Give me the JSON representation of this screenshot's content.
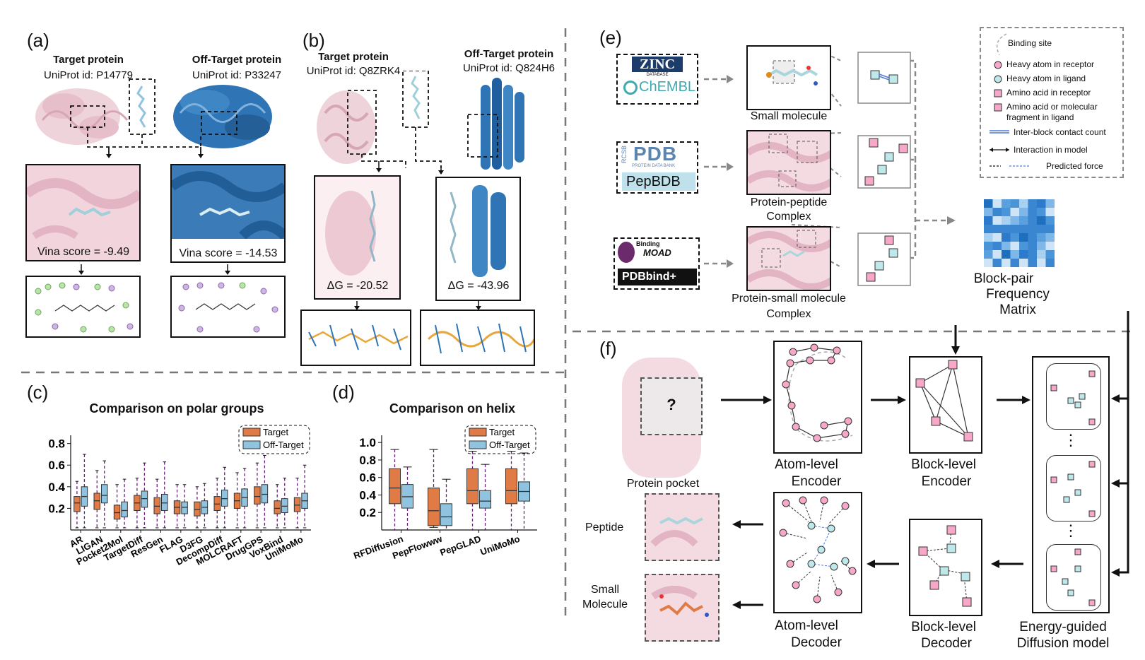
{
  "panels": {
    "a": {
      "label": "(a)",
      "target_title": "Target protein",
      "target_uniprot": "UniProt id: P14779",
      "offtarget_title": "Off-Target protein",
      "offtarget_uniprot": "UniProt id: P33247",
      "target_score": "Vina score = -9.49",
      "offtarget_score": "Vina score = -14.53"
    },
    "b": {
      "label": "(b)",
      "target_title": "Target protein",
      "target_uniprot": "UniProt id: Q8ZRK4",
      "offtarget_title": "Off-Target protein",
      "offtarget_uniprot": "UniProt id: Q824H6",
      "target_dg": "ΔG = -20.52",
      "offtarget_dg": "ΔG = -43.96"
    },
    "c": {
      "label": "(c)"
    },
    "d": {
      "label": "(d)"
    },
    "e": {
      "label": "(e)",
      "db_zinc": "ZINC",
      "db_zinc_sub": "DATABASE",
      "db_chembl": "ChEMBL",
      "db_pdb": "PDB",
      "db_pdb_sub": "PROTEIN DATA BANK",
      "db_pdb_side": "RCSB",
      "db_pepbdb": "PepBDB",
      "db_moad_small": "Binding",
      "db_moad": "MOAD",
      "db_pdbbind": "PDBbind+",
      "small_molecule": "Small molecule",
      "protein_peptide": "Protein-peptide",
      "complex1": "Complex",
      "protein_small": "Protein-small molecule",
      "complex2": "Complex",
      "matrix_l1": "Block-pair",
      "matrix_l2": "Frequency",
      "matrix_l3": "Matrix",
      "legend": [
        "Binding site",
        "Heavy atom in receptor",
        "Heavy atom in ligand",
        "Amino acid in receptor",
        "Amino acid or molecular",
        "fragment in ligand",
        "Inter-block contact count",
        "Interaction in model",
        "Predicted force"
      ]
    },
    "f": {
      "label": "(f)",
      "pocket": "Protein pocket",
      "question": "?",
      "atom_enc1": "Atom-level",
      "atom_enc2": "Encoder",
      "block_enc1": "Block-level",
      "block_enc2": "Encoder",
      "atom_dec1": "Atom-level",
      "atom_dec2": "Decoder",
      "block_dec1": "Block-level",
      "block_dec2": "Decoder",
      "diff1": "Energy-guided",
      "diff2": "Diffusion model",
      "peptide": "Peptide",
      "small1": "Small",
      "small2": "Molecule",
      "dots": "⋮"
    }
  },
  "colors": {
    "target": "#e07b45",
    "offtarget": "#8fc3df",
    "whisker": "#6a1f7a",
    "pink": "#f7a8c8",
    "cyan": "#bfe8ea",
    "blue_protein": "#2f74b5",
    "pink_protein": "#e8c4cf"
  },
  "chart_data": [
    {
      "type": "box",
      "title": "Comparison on polar groups",
      "legend": [
        "Target",
        "Off-Target"
      ],
      "categories": [
        "AR",
        "LIGAN",
        "Pocket2Mol",
        "TargetDiff",
        "ResGen",
        "FLAG",
        "D3FG",
        "DecompDiff",
        "MOLCRAFT",
        "DrugGPS",
        "VoxBind",
        "UniMoMo"
      ],
      "yticks": [
        "0.2",
        "0.4",
        "0.6",
        "0.8"
      ],
      "ylim": [
        0.0,
        0.85
      ],
      "series": [
        {
          "name": "Target",
          "stats": [
            [
              0.02,
              0.17,
              0.25,
              0.31,
              0.45
            ],
            [
              0.02,
              0.19,
              0.27,
              0.34,
              0.55
            ],
            [
              0.02,
              0.1,
              0.16,
              0.23,
              0.42
            ],
            [
              0.02,
              0.18,
              0.25,
              0.32,
              0.48
            ],
            [
              0.02,
              0.15,
              0.22,
              0.3,
              0.47
            ],
            [
              0.02,
              0.15,
              0.21,
              0.27,
              0.42
            ],
            [
              0.02,
              0.13,
              0.19,
              0.26,
              0.4
            ],
            [
              0.02,
              0.18,
              0.24,
              0.31,
              0.48
            ],
            [
              0.02,
              0.2,
              0.27,
              0.34,
              0.53
            ],
            [
              0.02,
              0.24,
              0.31,
              0.4,
              0.62
            ],
            [
              0.02,
              0.15,
              0.2,
              0.27,
              0.42
            ],
            [
              0.02,
              0.17,
              0.23,
              0.3,
              0.48
            ]
          ]
        },
        {
          "name": "Off-Target",
          "stats": [
            [
              0.02,
              0.22,
              0.31,
              0.4,
              0.7
            ],
            [
              0.02,
              0.25,
              0.32,
              0.42,
              0.64
            ],
            [
              0.02,
              0.12,
              0.18,
              0.26,
              0.47
            ],
            [
              0.02,
              0.21,
              0.29,
              0.36,
              0.62
            ],
            [
              0.02,
              0.18,
              0.25,
              0.33,
              0.63
            ],
            [
              0.02,
              0.15,
              0.21,
              0.26,
              0.42
            ],
            [
              0.02,
              0.15,
              0.21,
              0.27,
              0.43
            ],
            [
              0.02,
              0.22,
              0.29,
              0.37,
              0.58
            ],
            [
              0.02,
              0.22,
              0.3,
              0.38,
              0.57
            ],
            [
              0.02,
              0.25,
              0.33,
              0.42,
              0.69
            ],
            [
              0.02,
              0.16,
              0.22,
              0.29,
              0.48
            ],
            [
              0.02,
              0.2,
              0.27,
              0.34,
              0.6
            ]
          ]
        }
      ]
    },
    {
      "type": "box",
      "title": "Comparison on helix",
      "legend": [
        "Target",
        "Off-Target"
      ],
      "categories": [
        "RFDiffusion",
        "PepFlowww",
        "PepGLAD",
        "UniMoMo"
      ],
      "yticks": [
        "0.2",
        "0.4",
        "0.6",
        "0.8",
        "1.0"
      ],
      "ylim": [
        0.0,
        1.05
      ],
      "series": [
        {
          "name": "Target",
          "stats": [
            [
              0.0,
              0.3,
              0.48,
              0.7,
              0.92
            ],
            [
              0.03,
              0.05,
              0.22,
              0.48,
              0.92
            ],
            [
              0.0,
              0.3,
              0.45,
              0.7,
              0.9
            ],
            [
              0.0,
              0.3,
              0.45,
              0.7,
              0.9
            ]
          ]
        },
        {
          "name": "Off-Target",
          "stats": [
            [
              0.0,
              0.25,
              0.38,
              0.52,
              0.72
            ],
            [
              0.0,
              0.05,
              0.15,
              0.3,
              0.58
            ],
            [
              0.0,
              0.25,
              0.33,
              0.45,
              0.75
            ],
            [
              0.0,
              0.33,
              0.44,
              0.55,
              0.88
            ]
          ]
        }
      ]
    }
  ]
}
